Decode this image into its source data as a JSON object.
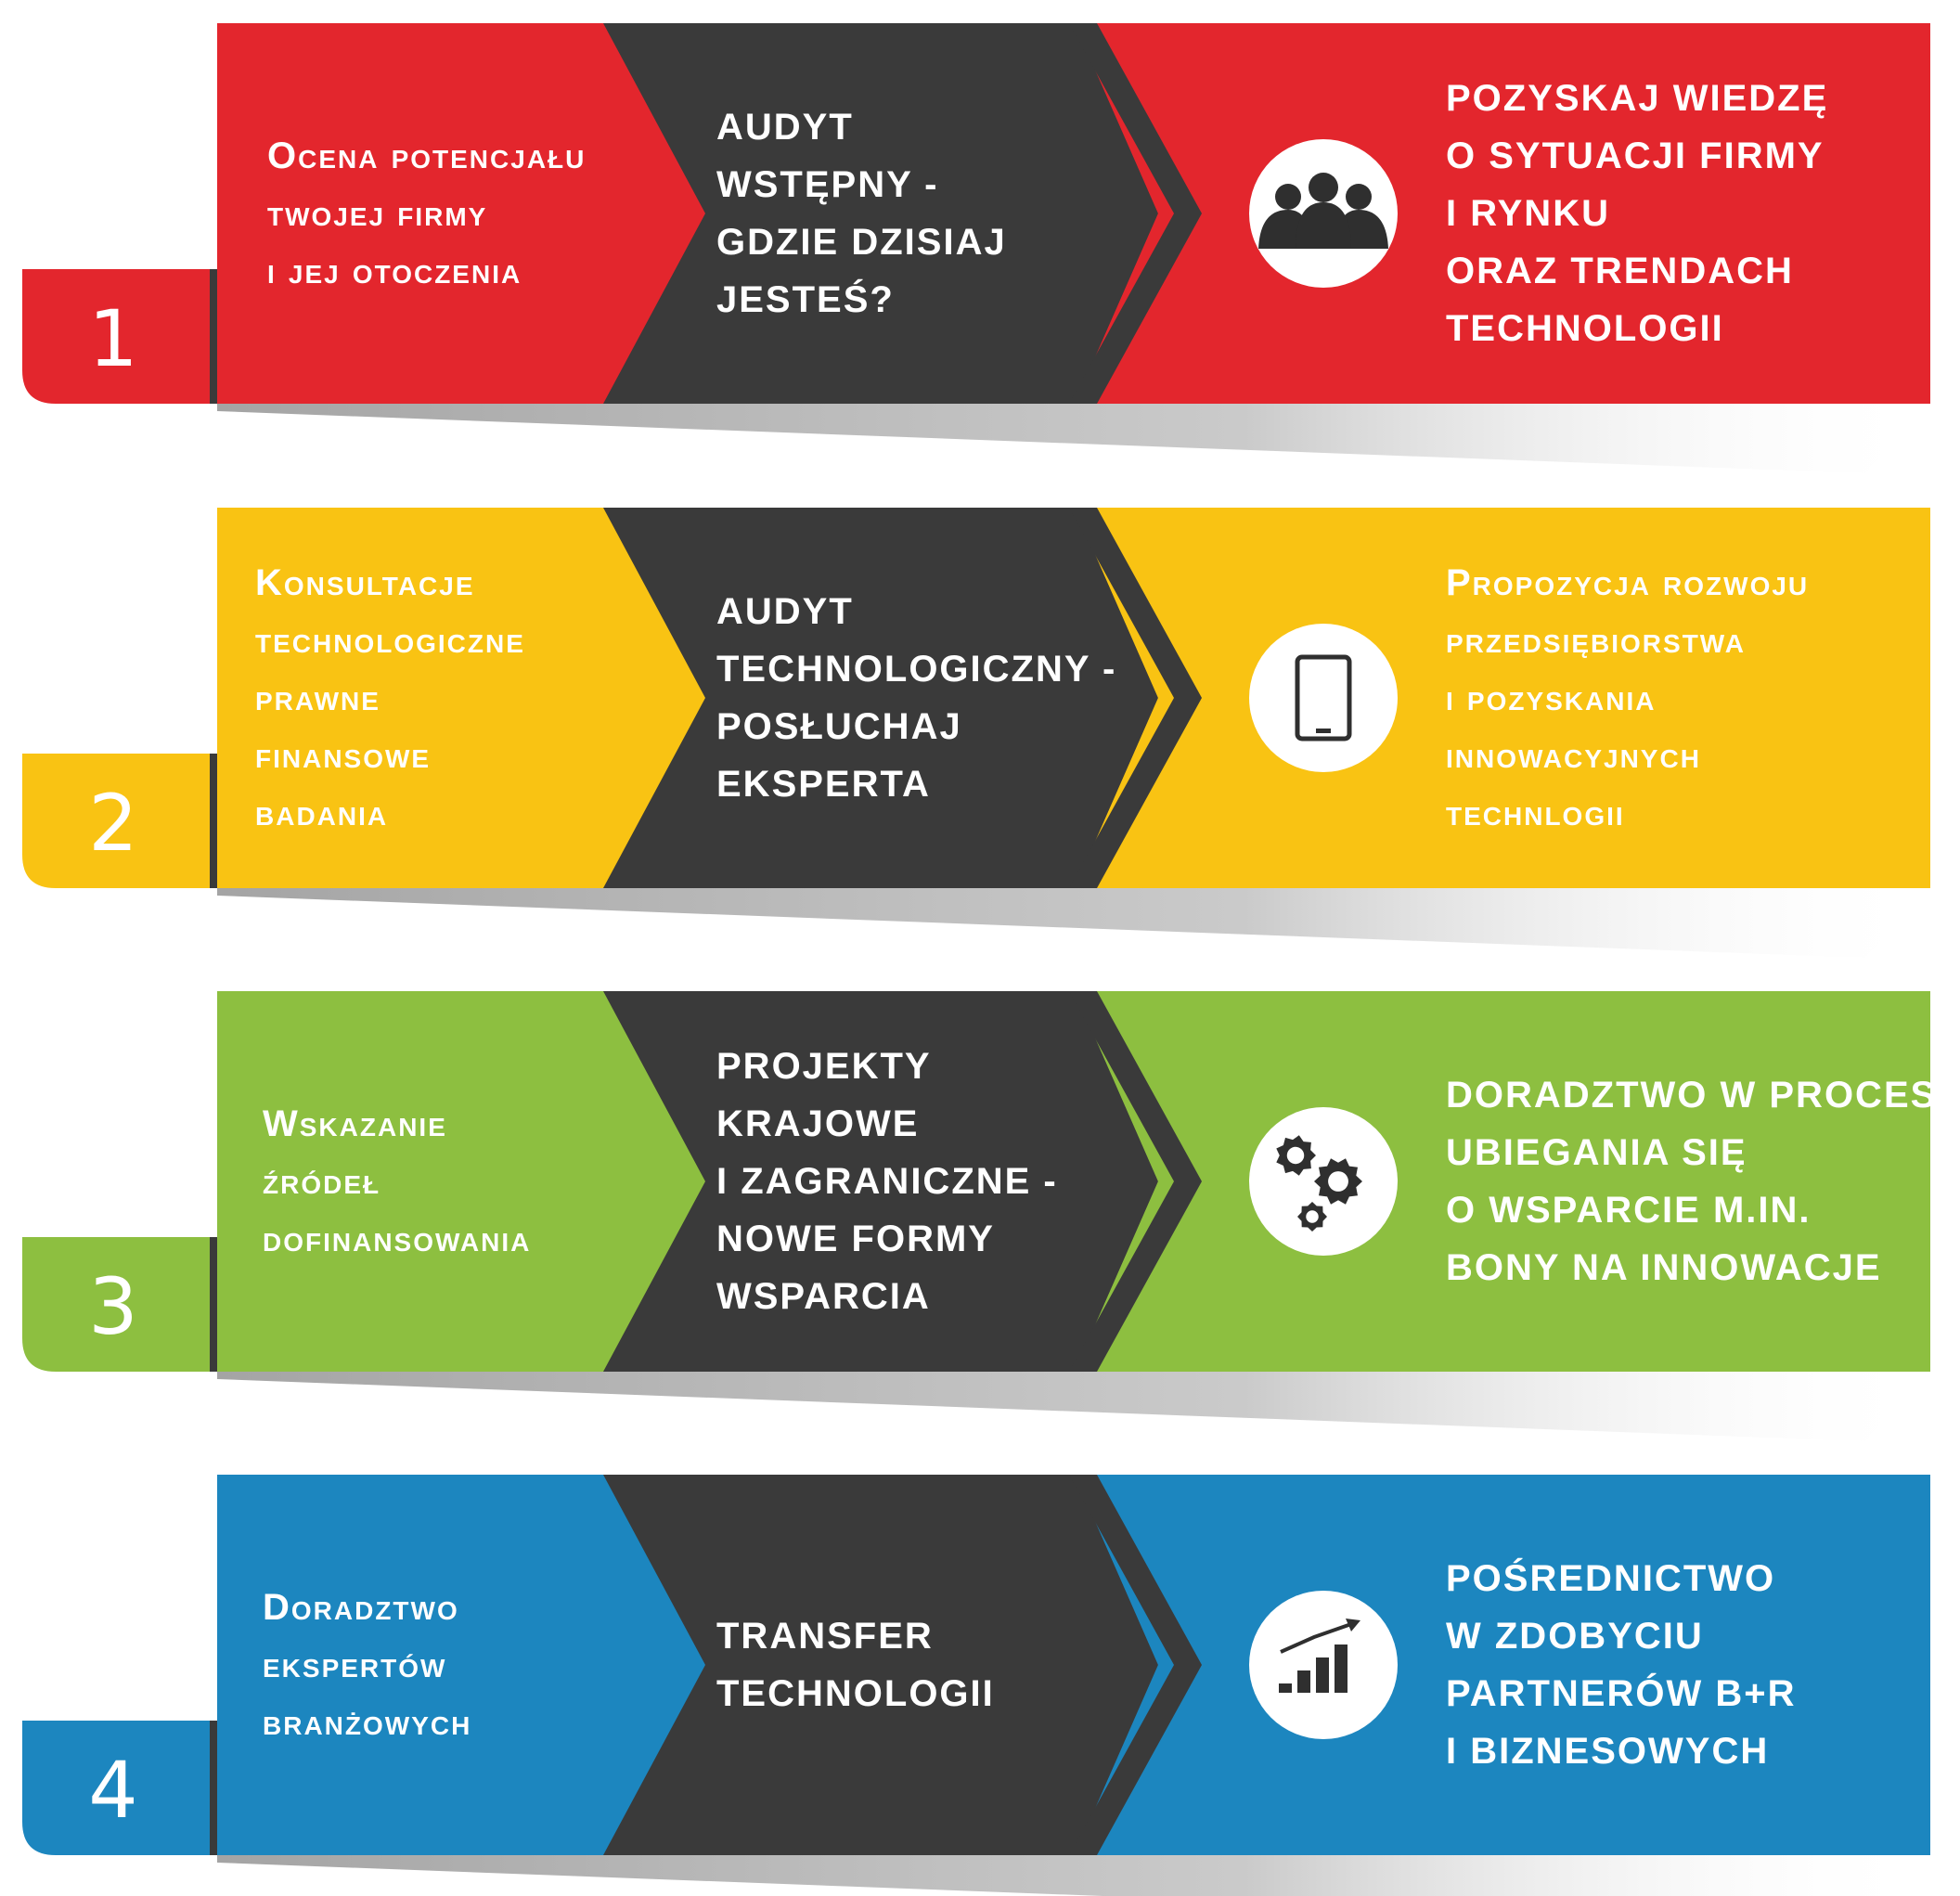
{
  "colors": {
    "dark": "#3a3a3a",
    "shadow": "#c8c8c8"
  },
  "rows": [
    {
      "number": "1",
      "color": "#e3262d",
      "icon": "people-icon",
      "left_lines": [
        "Ocena potencjału",
        "twojej firmy",
        "i jej otoczenia"
      ],
      "middle_lines": [
        "AUDYT",
        "WSTĘPNY -",
        "GDZIE DZISIAJ",
        "JESTEŚ?"
      ],
      "right_lines": [
        "POZYSKAJ WIEDZĘ",
        "O SYTUACJI FIRMY",
        "I RYNKU",
        "ORAZ TRENDACH",
        "TECHNOLOGII"
      ]
    },
    {
      "number": "2",
      "color": "#f9c313",
      "icon": "tablet-icon",
      "left_lines": [
        "Konsultacje",
        "technologiczne",
        "prawne",
        "finansowe",
        "badania"
      ],
      "middle_lines": [
        "AUDYT",
        "TECHNOLOGICZNY -",
        "POSŁUCHAJ",
        "EKSPERTA"
      ],
      "right_lines": [
        "Propozycja rozwoju",
        "przedsiębiorstwa",
        "i pozyskania",
        "innowacyjnych",
        "technlogii"
      ]
    },
    {
      "number": "3",
      "color": "#8dbf40",
      "icon": "gears-icon",
      "left_lines": [
        "Wskazanie",
        "źródeł",
        "dofinansowania"
      ],
      "middle_lines": [
        "PROJEKTY",
        "KRAJOWE",
        "I ZAGRANICZNE -",
        "NOWE FORMY",
        "WSPARCIA"
      ],
      "right_lines": [
        "DORADZTWO W PROCESIE",
        "UBIEGANIA SIĘ",
        "O WSPARCIE M.IN.",
        "BONY NA INNOWACJE"
      ]
    },
    {
      "number": "4",
      "color": "#1c86bf",
      "icon": "growth-chart-icon",
      "left_lines": [
        "Doradztwo",
        "ekspertów",
        "branżowych"
      ],
      "middle_lines": [
        "TRANSFER",
        "TECHNOLOGII"
      ],
      "right_lines": [
        "POŚREDNICTWO",
        "W ZDOBYCIU",
        "PARTNERÓW B+R",
        "I BIZNESOWYCH"
      ]
    }
  ]
}
